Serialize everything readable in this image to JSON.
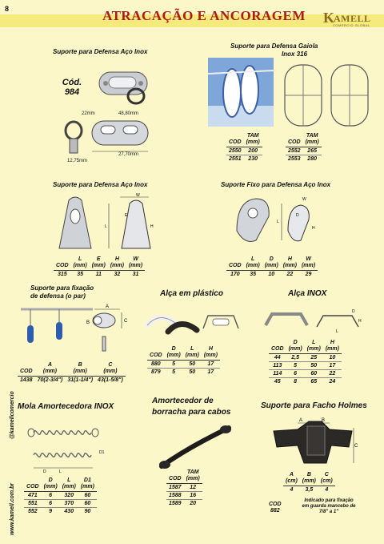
{
  "page_number": "8",
  "title": "ATRACAÇÃO E ANCORAGEM",
  "logo": {
    "k": "K",
    "rest": "AMELL",
    "sub": "COMERCIO GLOBAL"
  },
  "side_text": {
    "social": "@kamellcomercio",
    "site": "www.kamell.com.br"
  },
  "colors": {
    "title": "#b01818",
    "background": "#fbf7c9",
    "band": "#f4ea7e",
    "logo": "#8a6b1e"
  },
  "s1": {
    "title": "Suporte para Defensa  Aço Inox",
    "cod_label": "Cód.",
    "cod_value": "984",
    "dims": {
      "a": "22mm",
      "b": "48,80mm",
      "c": "27,70mm",
      "d": "12,75mm"
    }
  },
  "s2": {
    "title_line1": "Suporte para Defensa Gaiola",
    "title_line2": "Inox 316",
    "headers": {
      "cod": "COD",
      "tam1": "TAM",
      "tam2": "(mm)"
    },
    "left": [
      {
        "cod": "2550",
        "tam": "200"
      },
      {
        "cod": "2551",
        "tam": "230"
      }
    ],
    "right": [
      {
        "cod": "2552",
        "tam": "265"
      },
      {
        "cod": "2553",
        "tam": "280"
      }
    ]
  },
  "s3": {
    "title": "Suporte para Defensa Aço Inox",
    "headers": [
      "COD",
      "L",
      "E",
      "H",
      "W"
    ],
    "units": [
      "",
      "(mm)",
      "(mm)",
      "(mm)",
      "(mm)"
    ],
    "row": [
      "315",
      "35",
      "11",
      "32",
      "31"
    ],
    "labels": {
      "w": "W",
      "l": "L",
      "h": "H",
      "e": "E"
    }
  },
  "s4": {
    "title": "Suporte Fixo para Defensa Aço Inox",
    "headers": [
      "COD",
      "L",
      "D",
      "H",
      "W"
    ],
    "units": [
      "",
      "(mm)",
      "(mm)",
      "(mm)",
      "(mm)"
    ],
    "row": [
      "170",
      "35",
      "10",
      "22",
      "29"
    ],
    "labels": {
      "w": "W",
      "l": "L",
      "h": "H",
      "d": "D"
    }
  },
  "s5": {
    "title_line1": "Suporte para fixação",
    "title_line2": "de defensa (o par)",
    "headers": [
      "COD",
      "A",
      "B",
      "C"
    ],
    "units": [
      "",
      "(mm)",
      "(mm)",
      "(mm)"
    ],
    "row": [
      "1438",
      "70(2-3/4\")",
      "31(1-1/4\")",
      "43(1-5/8\")"
    ],
    "labels": {
      "a": "A",
      "b": "B",
      "c": "C"
    }
  },
  "s6": {
    "title": "Alça em plástico",
    "headers": [
      "COD",
      "D",
      "L",
      "H"
    ],
    "units": [
      "",
      "(mm)",
      "(mm)",
      "(mm)"
    ],
    "rows": [
      [
        "880",
        "5",
        "50",
        "17"
      ],
      [
        "879",
        "5",
        "50",
        "17"
      ]
    ]
  },
  "s7": {
    "title": "Alça INOX",
    "headers": [
      "COD",
      "D",
      "L",
      "H"
    ],
    "units": [
      "",
      "(mm)",
      "(mm)",
      "(mm)"
    ],
    "rows": [
      [
        "44",
        "2,5",
        "25",
        "10"
      ],
      [
        "113",
        "5",
        "50",
        "17"
      ],
      [
        "114",
        "6",
        "60",
        "22"
      ],
      [
        "45",
        "8",
        "65",
        "24"
      ]
    ],
    "labels": {
      "d": "D",
      "h": "H",
      "l": "L"
    }
  },
  "s8": {
    "title": "Mola Amortecedora INOX",
    "headers": [
      "COD",
      "D",
      "L",
      "D1"
    ],
    "units": [
      "",
      "(mm)",
      "(mm)",
      "(mm)"
    ],
    "rows": [
      [
        "471",
        "6",
        "320",
        "60"
      ],
      [
        "551",
        "6",
        "370",
        "60"
      ],
      [
        "552",
        "9",
        "430",
        "90"
      ]
    ],
    "labels": {
      "d": "D",
      "l": "L",
      "d1": "D1"
    }
  },
  "s9": {
    "title_line1": "Amortecedor de",
    "title_line2": "borracha para cabos",
    "headers": {
      "cod": "COD",
      "tam1": "TAM",
      "tam2": "(mm)"
    },
    "rows": [
      {
        "cod": "1587",
        "tam": "12"
      },
      {
        "cod": "1588",
        "tam": "16"
      },
      {
        "cod": "1589",
        "tam": "20"
      }
    ]
  },
  "s10": {
    "title": "Suporte para Facho Holmes",
    "headers": [
      "A",
      "B",
      "C"
    ],
    "units": [
      "(cm)",
      "(mm)",
      "(cm)"
    ],
    "row": [
      "4",
      "3,5",
      "4"
    ],
    "cod_label": "COD",
    "cod_value": "882",
    "note_line1": "Indicado para fixação",
    "note_line2": "em guarda mancebo de",
    "note_line3": "7/8\" a 1\"",
    "labels": {
      "a": "A",
      "b": "B",
      "c": "C"
    }
  }
}
